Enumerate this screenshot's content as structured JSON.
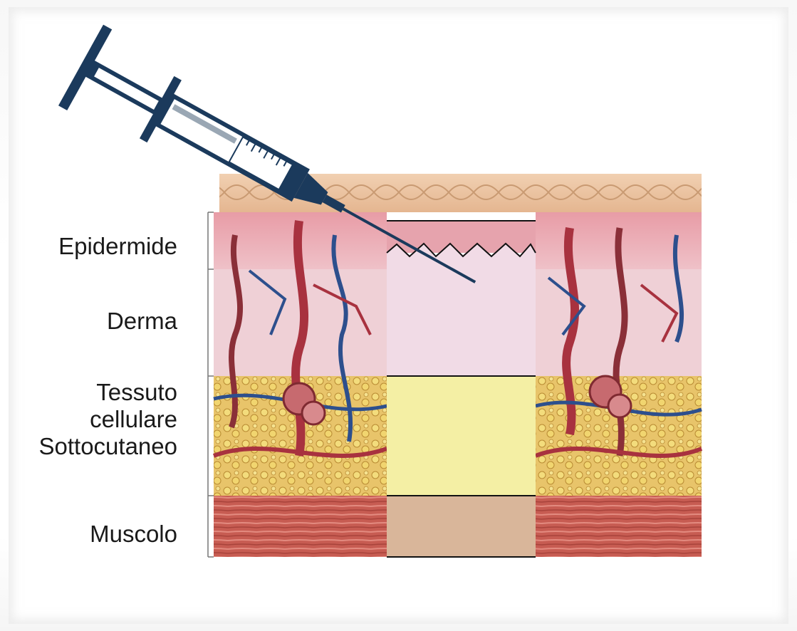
{
  "labels": {
    "epidermide": "Epidermide",
    "derma": "Derma",
    "sottocutaneo": "Tessuto\ncellulare\nSottocutaneo",
    "muscolo": "Muscolo"
  },
  "colors": {
    "epidermis": "#e6a3ad",
    "dermis": "#f1dbe6",
    "subcutaneous": "#f4efa4",
    "muscle": "#d9b69a",
    "syringe": "#1b3a5c"
  }
}
